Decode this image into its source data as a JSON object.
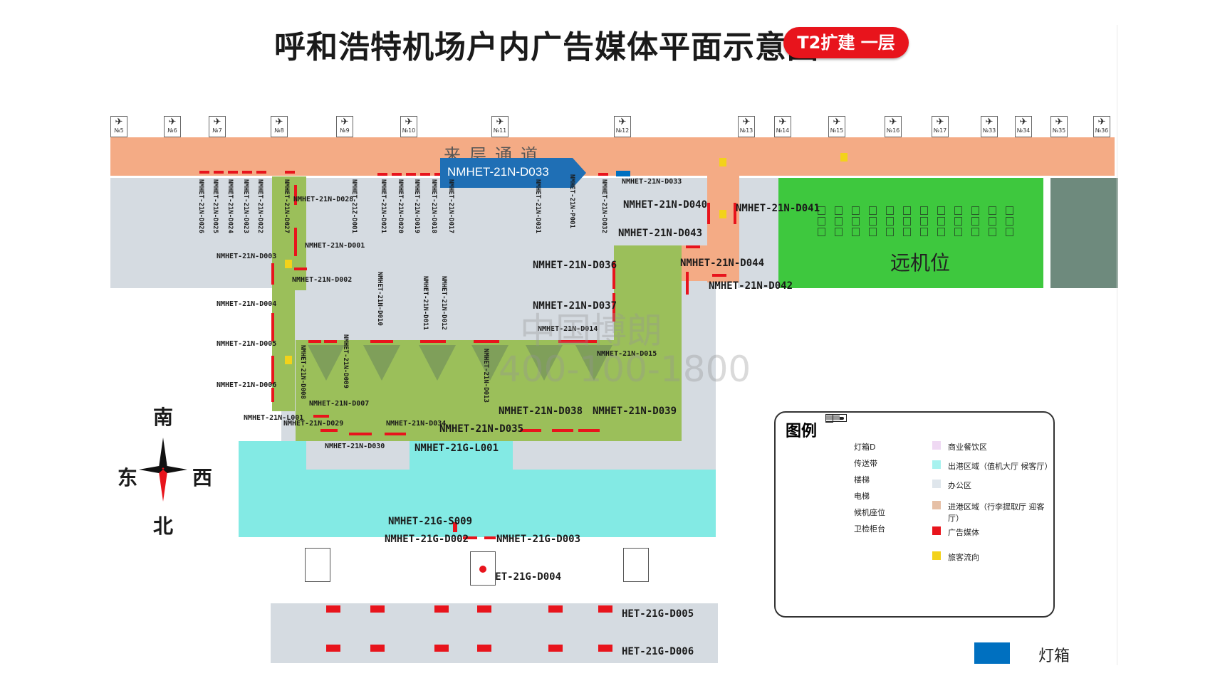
{
  "title": "呼和浩特机场户内广告媒体平面示意图",
  "badge": "T2扩建 一层",
  "gates": [
    "№5",
    "№6",
    "№7",
    "№8",
    "№9",
    "№10",
    "№11",
    "№12",
    "№13",
    "№14",
    "№15",
    "№16",
    "№17",
    "№33",
    "№34",
    "№35",
    "№36"
  ],
  "corridor_label": "来层通道",
  "remote_stand_label": "远机位",
  "callout": "NMHET-21N-D033",
  "labels_large": [
    "NMHET-21N-D040",
    "NMHET-21N-D041",
    "NMHET-21N-D043",
    "NMHET-21N-D036",
    "NMHET-21N-D044",
    "NMHET-21N-D042",
    "NMHET-21N-D037",
    "NMHET-21N-D038",
    "NMHET-21N-D039",
    "NMHET-21N-D035",
    "NMHET-21G-L001",
    "NMHET-21G-S009",
    "NMHET-21G-D002",
    "NMHET-21G-D003",
    "NMHET-21G-D004",
    "HET-21G-D005",
    "HET-21G-D006"
  ],
  "labels_small": [
    "NMHET-21N-D033",
    "NMHET-21N-D028",
    "NMHET-21N-D001",
    "NMHET-21N-D003",
    "NMHET-21N-D002",
    "NMHET-21N-D004",
    "NMHET-21N-D005",
    "NMHET-21N-D006",
    "NMHET-21N-D007",
    "NMHET-21N-L001",
    "NMHET-21N-D029",
    "NMHET-21N-D030",
    "NMHET-21N-D034",
    "NMHET-21N-D014",
    "NMHET-21N-D015"
  ],
  "labels_vertical": [
    "NMHET-21N-D026",
    "NMHET-21N-D025",
    "NMHET-21N-D024",
    "NMHET-21N-D023",
    "NMHET-21N-D022",
    "NMHET-21N-D027",
    "NMHET-21Z-D001",
    "NMHET-21N-D021",
    "NMHET-21N-D020",
    "NMHET-21N-D019",
    "NMHET-21N-D018",
    "NMHET-21N-D017",
    "NMHET-21N-D031",
    "NMHET-21N-P001",
    "NMHET-21N-D032",
    "NMHET-21N-D010",
    "NMHET-21N-D011",
    "NMHET-21N-D012",
    "NMHET-21N-D008",
    "NMHET-21N-D009",
    "NMHET-21N-D013"
  ],
  "compass": {
    "n": "南",
    "e": "东",
    "w": "西",
    "s": "北"
  },
  "watermark": {
    "line1": "中国博朗",
    "line2": "400-100-1800"
  },
  "legend": {
    "title": "图例",
    "items_left": [
      "灯箱D",
      "传送带",
      "楼梯",
      "电梯",
      "候机座位",
      "卫检柜台"
    ],
    "items_right": [
      "商业餐饮区",
      "出港区域（值机大厅 候客厅）",
      "办公区",
      "进港区域（行李提取厅 迎客厅）",
      "广告媒体",
      "旅客流向"
    ]
  },
  "bottom_legend": "灯箱",
  "colors": {
    "corridor": "#f4ab85",
    "green_area": "#9bbf5a",
    "remote": "#3ec83e",
    "cyan": "#83eae4",
    "grey": "#d5dbe1",
    "ad_red": "#e8141c",
    "callout_blue": "#1f6fb5",
    "lightbox_blue": "#0070c0"
  }
}
